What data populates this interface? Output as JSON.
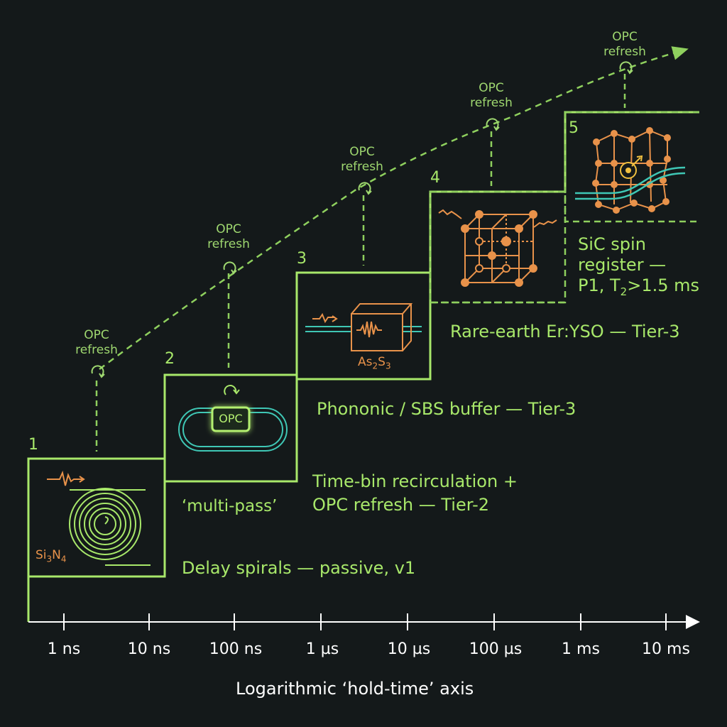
{
  "colors": {
    "background": "#14191a",
    "tier_green": "#a8e86a",
    "dashed_green": "#8fd05e",
    "accent_orange": "#e8924a",
    "teal": "#3fc7b5",
    "axis": "#ffffff"
  },
  "axis": {
    "title": "Logarithmic ‘hold-time’ axis",
    "ticks": [
      "1 ns",
      "10 ns",
      "100 ns",
      "1 µs",
      "10 µs",
      "100 µs",
      "1 ms",
      "10 ms"
    ],
    "scale": "log"
  },
  "stages": [
    {
      "number": "1",
      "material": "Si",
      "material_sub": "3",
      "material2": "N",
      "material_sub2": "4",
      "label": "Delay spirals — passive, v1",
      "icon": "spiral-waveguide-icon"
    },
    {
      "number": "2",
      "badge": "OPC",
      "note": "‘multi-pass’",
      "label_line1": "Time-bin recirculation +",
      "label_line2": "OPC refresh — Tier-2",
      "icon": "racetrack-loop-icon"
    },
    {
      "number": "3",
      "material": "As",
      "material_sub": "2",
      "material2": "S",
      "material_sub2": "3",
      "label": "Phononic / SBS buffer — Tier-3",
      "icon": "acoustic-cube-icon"
    },
    {
      "number": "4",
      "label": "Rare-earth Er:YSO — Tier-3",
      "icon": "crystal-lattice-icon"
    },
    {
      "number": "5",
      "label_line1": "SiC spin",
      "label_line2": "register —",
      "label_line3_pre": "P1, T",
      "label_line3_sub": "2",
      "label_line3_post": ">1.5 ms",
      "icon": "spin-lattice-icon"
    }
  ],
  "refresh_markers": [
    {
      "line1": "OPC",
      "line2": "refresh"
    },
    {
      "line1": "OPC",
      "line2": "refresh"
    },
    {
      "line1": "OPC",
      "line2": "refresh"
    },
    {
      "line1": "OPC",
      "line2": "refresh"
    },
    {
      "line1": "OPC",
      "line2": "refresh"
    }
  ]
}
